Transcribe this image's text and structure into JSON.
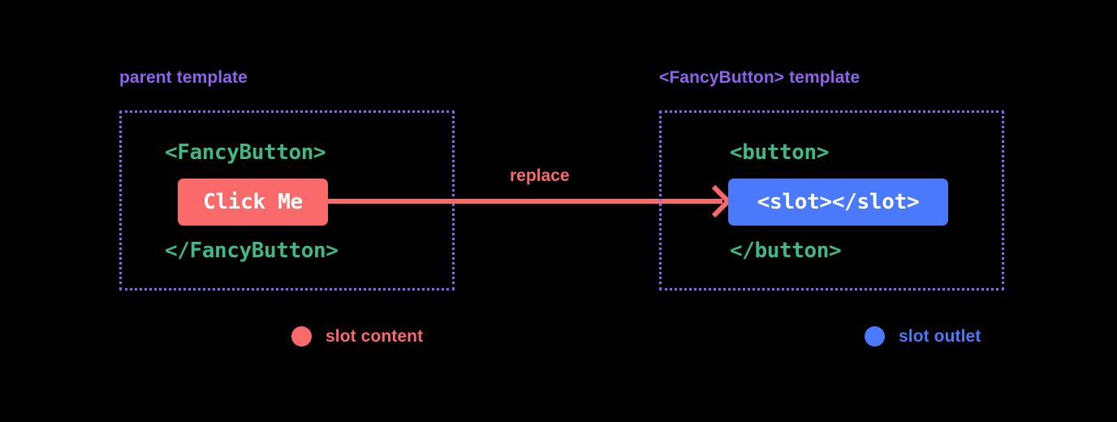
{
  "background_color": "#000000",
  "colors": {
    "slot_content": "#fb6a6a",
    "slot_outlet": "#4a7afb",
    "code_green": "#41b883",
    "title_purple": "#8e64ef",
    "chip_text": "#ffffff"
  },
  "panels": {
    "left": {
      "title": "parent template",
      "code_open": "<FancyButton>",
      "chip_text": "Click Me",
      "code_close": "</FancyButton>"
    },
    "right": {
      "title": "<FancyButton> template",
      "code_open": "<button>",
      "chip_text": "<slot></slot>",
      "code_close": "</button>"
    }
  },
  "arrow": {
    "label": "replace",
    "direction": "left-to-right"
  },
  "legend": [
    {
      "label": "slot content",
      "color": "#fb6a6a",
      "marker": "filled-circle"
    },
    {
      "label": "slot outlet",
      "color": "#4a7afb",
      "marker": "filled-circle"
    }
  ]
}
